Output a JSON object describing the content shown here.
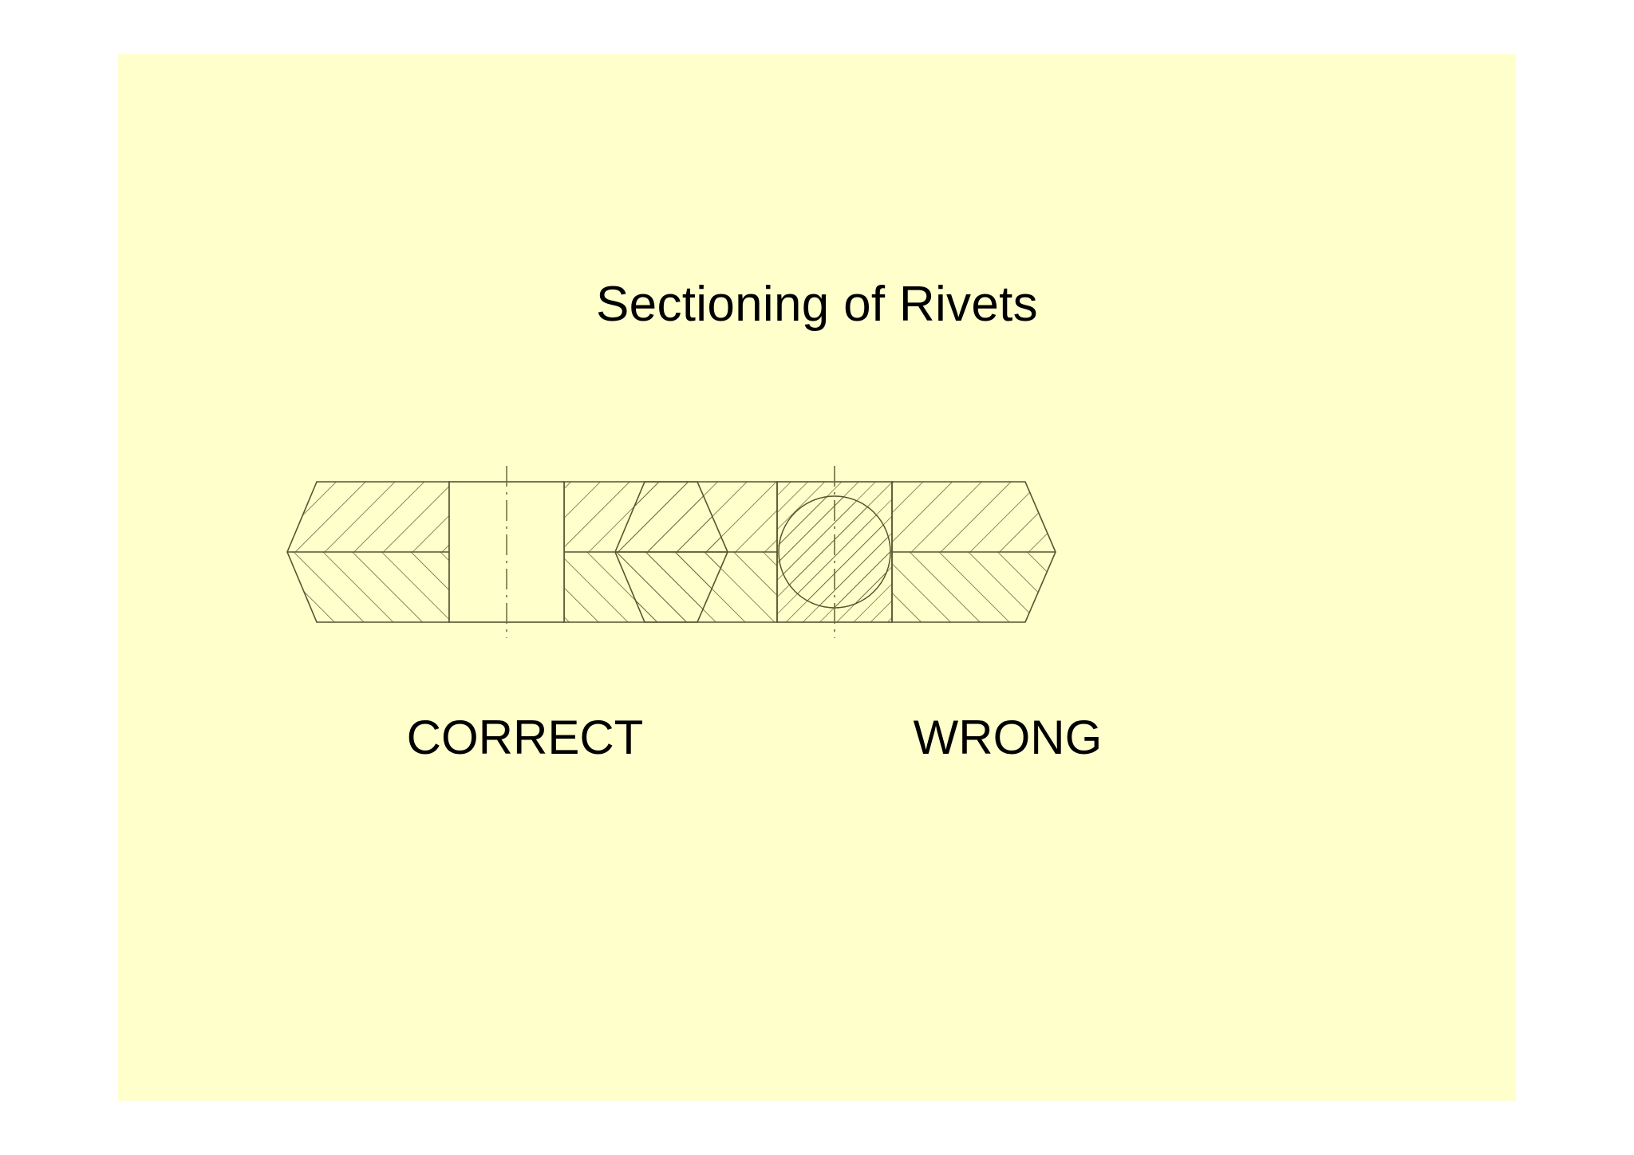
{
  "slide": {
    "background_color": "#ffffcc",
    "page_background_color": "#ffffff",
    "title": "Sectioning of Rivets"
  },
  "figures": [
    {
      "id": "correct",
      "caption": "CORRECT",
      "description": "Riveted joint in section with the rivet shown unsectioned (no hatching) - correct convention",
      "rivet_hatched": false
    },
    {
      "id": "wrong",
      "caption": "WRONG",
      "description": "Riveted joint in section with the rivet hatched (sectioned) - incorrect convention",
      "rivet_hatched": true
    }
  ],
  "drawing": {
    "line_color": "#55552e",
    "centerline_color": "#6b6b3a",
    "plate_hatch_spacing": 26,
    "rivet_hatch_spacing": 15,
    "upper_plate_hatch_angle_deg": 45,
    "lower_plate_hatch_angle_deg": -45,
    "rivet_hatch_angle_deg": 45
  }
}
